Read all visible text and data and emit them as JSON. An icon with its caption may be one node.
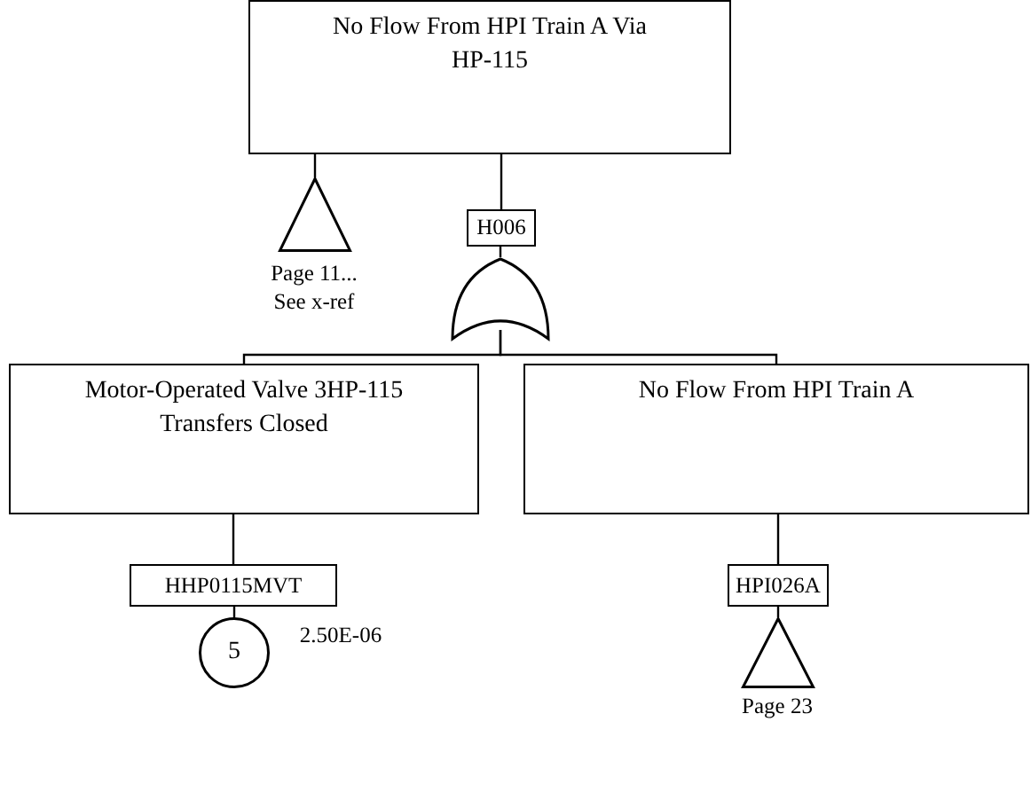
{
  "diagram": {
    "nodes": [
      {
        "text": [
          "No Flow From HPI Train A Via HP-115"
        ]
      },
      {
        "text": [],
        "shape": "triangle",
        "beside": [
          "Page 11... See x-ref"
        ]
      },
      {
        "text": [
          "H006"
        ]
      },
      {
        "text": [],
        "shape": "gate"
      },
      {
        "text": [
          "Motor-Operated Valve 3HP-115 Transfers Closed"
        ]
      },
      {
        "text": [
          "No Flow From HPI Train A"
        ]
      },
      {
        "text": [
          "HHP0115MVT"
        ]
      },
      {
        "text": [
          "5"
        ],
        "beside": [
          "2.50E-06"
        ]
      },
      {
        "text": [
          "HPI026A"
        ]
      },
      {
        "text": [],
        "shape": "triangle",
        "beside": [
          "Page 23"
        ]
      }
    ],
    "edges": [
      {
        "from": 0,
        "to": 1,
        "arrow": "none"
      },
      {
        "from": 0,
        "to": 2,
        "arrow": "none"
      },
      {
        "from": 2,
        "to": 3,
        "arrow": "none"
      },
      {
        "from": 3,
        "to": 4,
        "arrow": "none"
      },
      {
        "from": 3,
        "to": 5,
        "arrow": "none"
      },
      {
        "from": 4,
        "to": 6,
        "arrow": "none"
      },
      {
        "from": 6,
        "to": 7,
        "arrow": "none"
      },
      {
        "from": 5,
        "to": 8,
        "arrow": "none"
      },
      {
        "from": 8,
        "to": 9,
        "arrow": "none"
      }
    ]
  }
}
